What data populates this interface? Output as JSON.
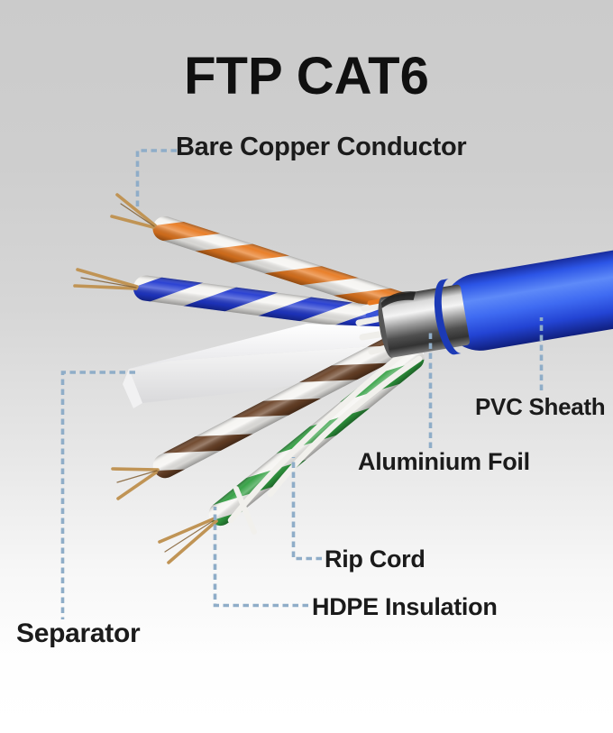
{
  "title": "FTP CAT6",
  "parts": {
    "bare_copper_conductor": {
      "label": "Bare Copper Conductor"
    },
    "pvc_sheath": {
      "label": "PVC Sheath"
    },
    "aluminium_foil": {
      "label": "Aluminium Foil"
    },
    "rip_cord": {
      "label": "Rip Cord"
    },
    "hdpe_insulation": {
      "label": "HDPE Insulation"
    },
    "separator": {
      "label": "Separator"
    }
  },
  "colors": {
    "leader_dash": "#8fadc8",
    "label_text": "#1b1b1b",
    "sheath_blue": "#2c55e6",
    "pair_orange": "#e8791f",
    "pair_blue": "#2038d0",
    "pair_brown": "#6b4226",
    "pair_green": "#2f9e3f",
    "insulation_white": "#f5f4f1",
    "copper": "#c09455",
    "foil_silver": "#b9b9b9",
    "background_top": "#cccccc",
    "background_bottom": "#fefefe"
  }
}
